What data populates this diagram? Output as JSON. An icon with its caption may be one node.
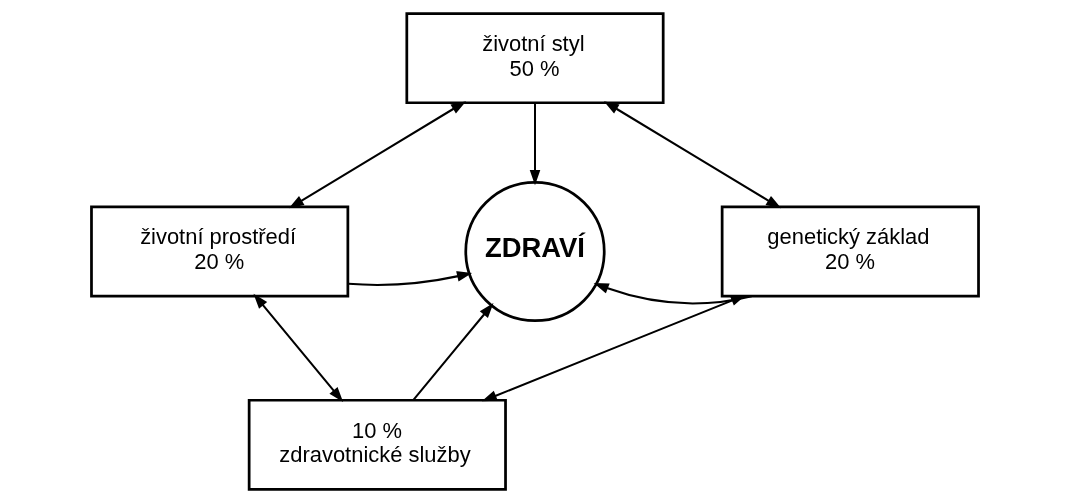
{
  "diagram": {
    "nodes": [
      {
        "text": [
          "životní styl",
          "50 %"
        ]
      },
      {
        "text": [
          "životní prostředí",
          "20 %"
        ]
      },
      {
        "text": [
          "ZDRAVÍ"
        ]
      },
      {
        "text": [
          "genetický základ",
          "20 %"
        ]
      },
      {
        "text": [
          "10 %",
          "zdravotnické služby"
        ]
      }
    ],
    "edges": [
      {
        "from": 0,
        "to": 2,
        "arrow": "to"
      },
      {
        "from": 1,
        "to": 2,
        "arrow": "to"
      },
      {
        "from": 3,
        "to": 2,
        "arrow": "to"
      },
      {
        "from": 4,
        "to": 2,
        "arrow": "to"
      },
      {
        "from": 0,
        "to": 1,
        "arrow": "both"
      },
      {
        "from": 0,
        "to": 3,
        "arrow": "both"
      },
      {
        "from": 1,
        "to": 4,
        "arrow": "both"
      },
      {
        "from": 3,
        "to": 4,
        "arrow": "both"
      }
    ]
  }
}
